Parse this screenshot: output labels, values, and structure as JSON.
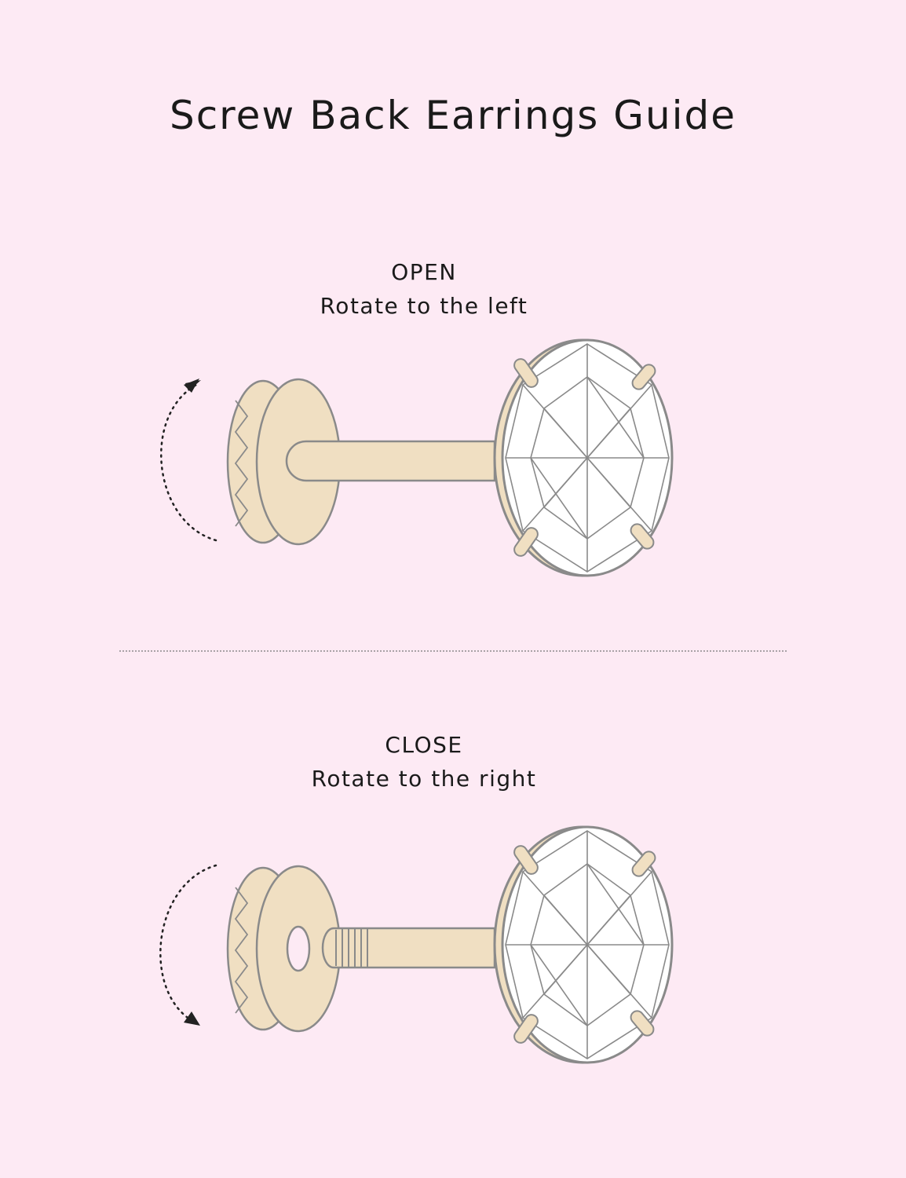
{
  "title": "Screw Back Earrings Guide",
  "sections": [
    {
      "heading": "OPEN",
      "instruction": "Rotate to the left",
      "rotation": "counterclockwise"
    },
    {
      "heading": "CLOSE",
      "instruction": "Rotate to the right",
      "rotation": "clockwise"
    }
  ],
  "colors": {
    "background": "#fdeaf4",
    "metal": "#f0dfc2",
    "outline": "#8a8a8a",
    "text": "#1a1a1a"
  }
}
